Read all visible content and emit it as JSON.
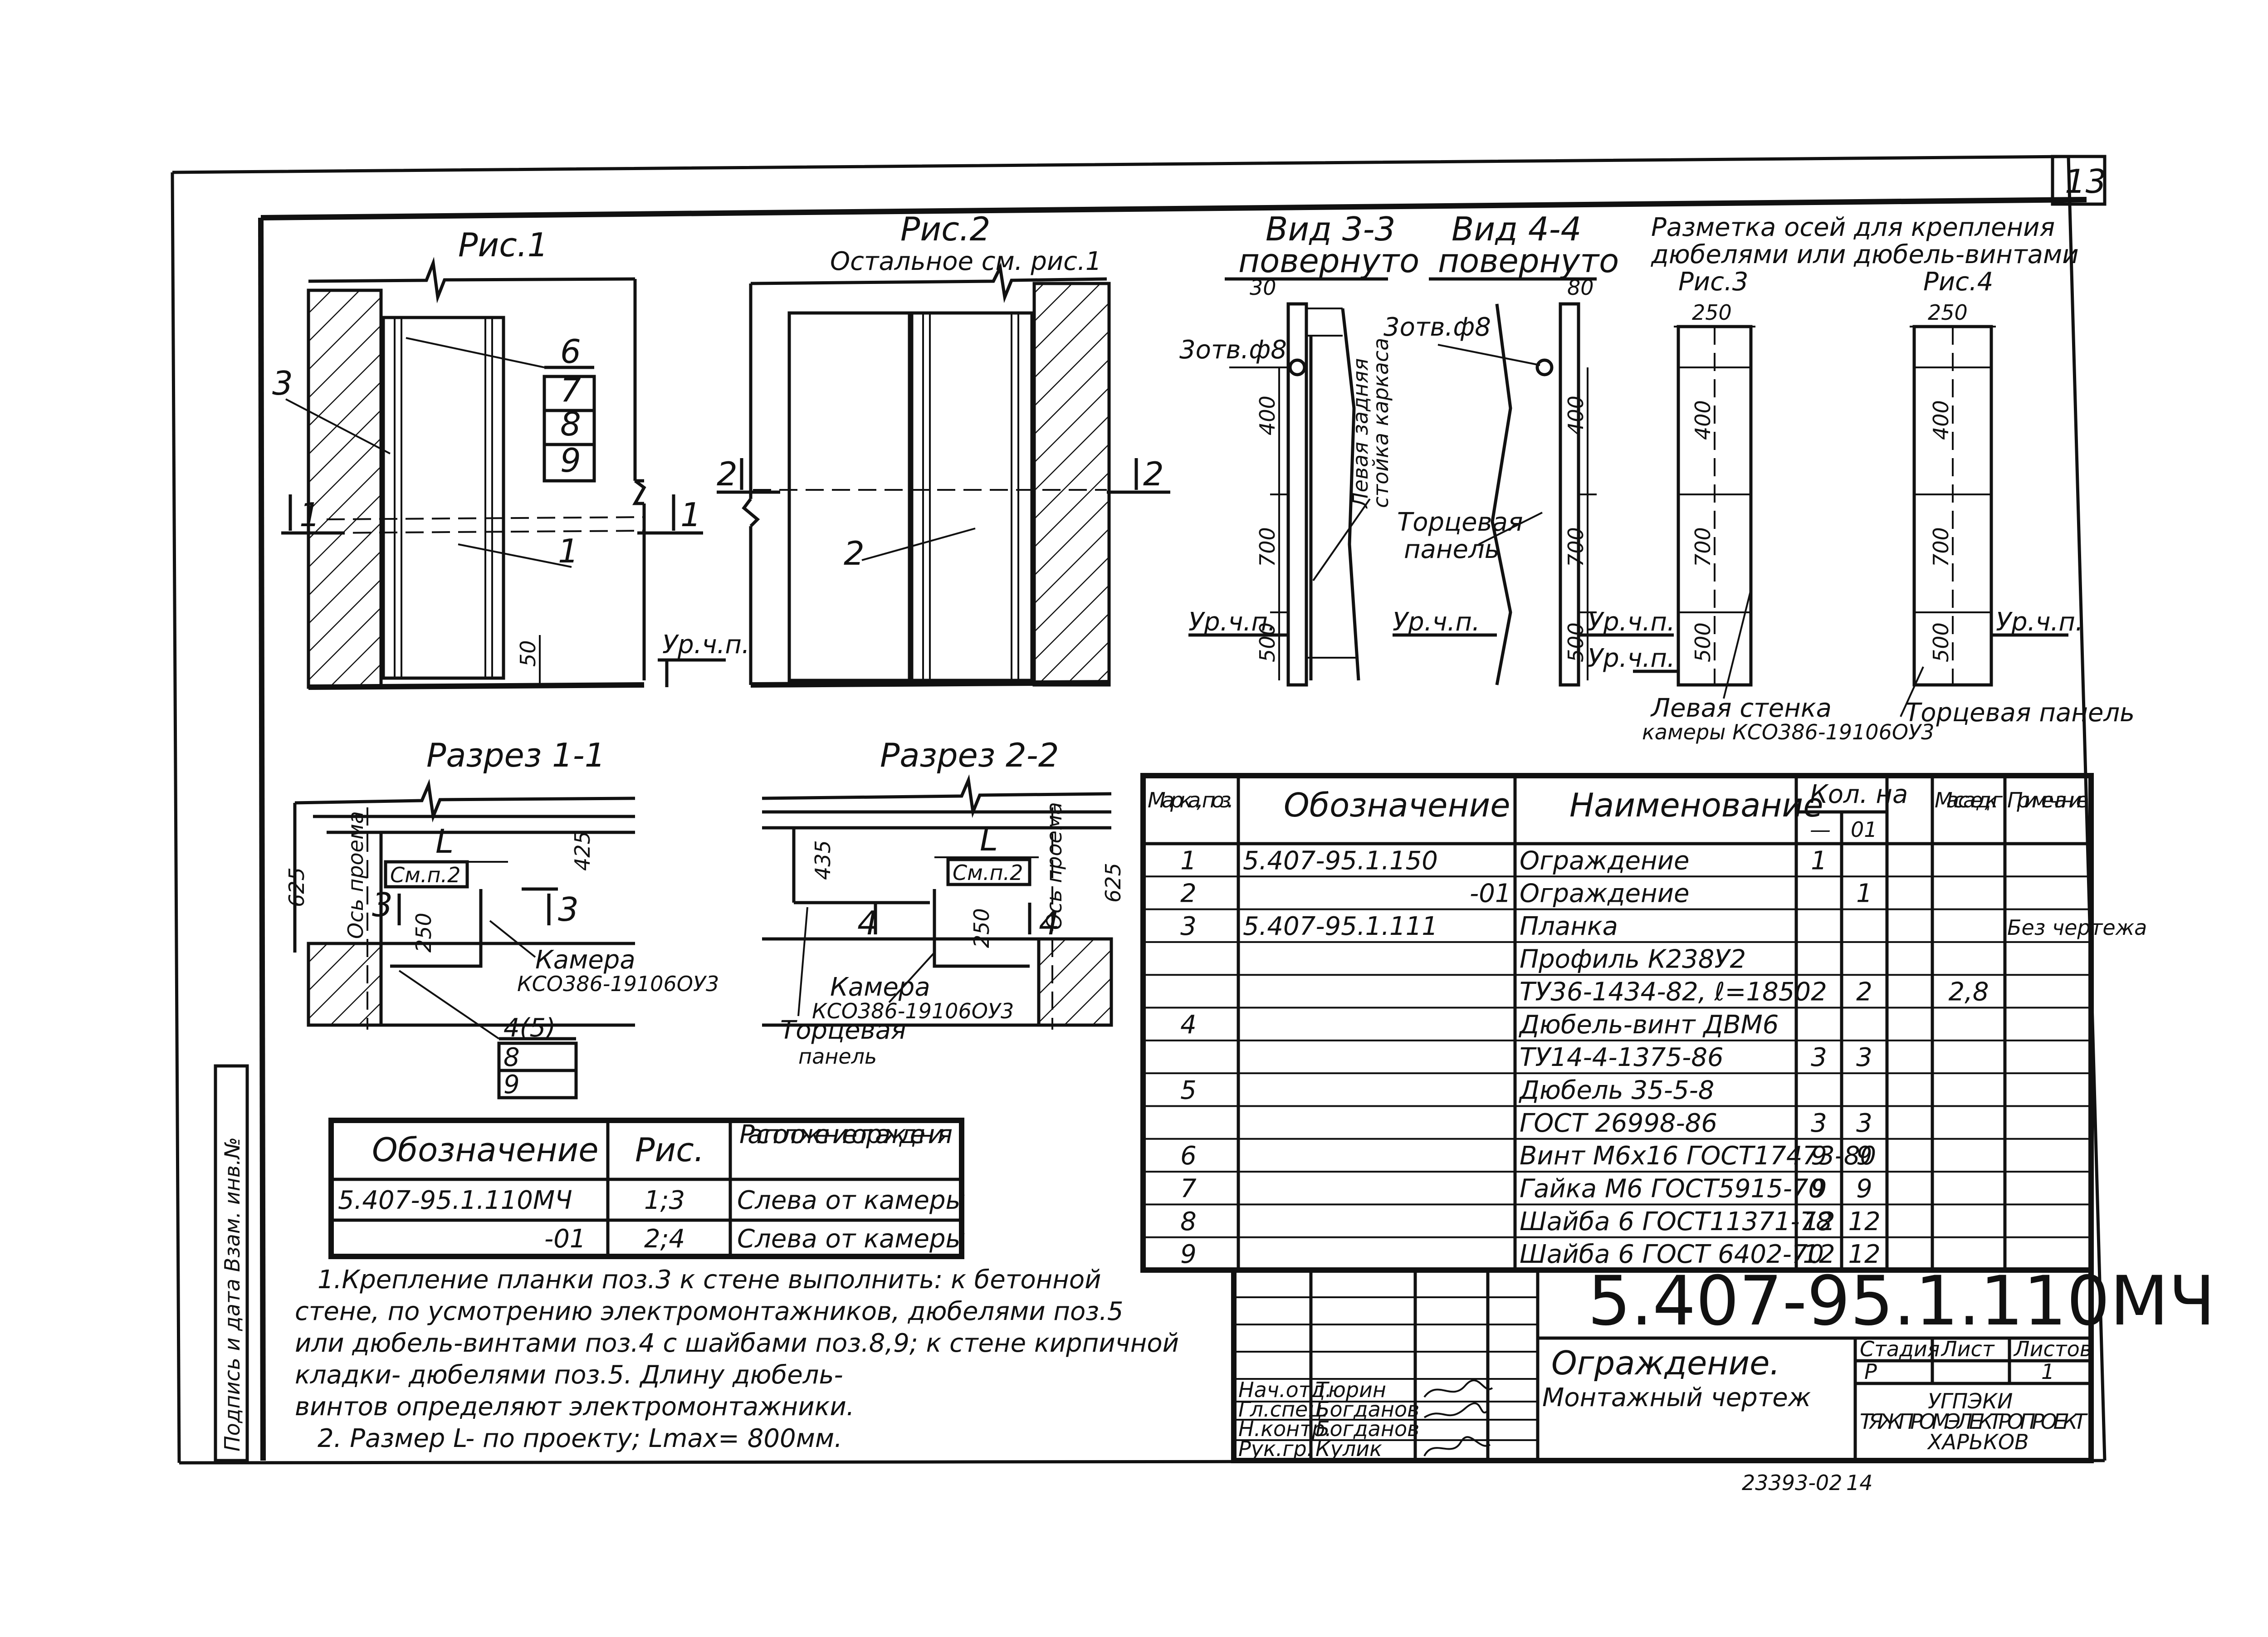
{
  "sheet": {
    "page_number": "13",
    "code": "5.407-95.1.110МЧ",
    "title_line1": "Ограждение.",
    "title_line2": "Монтажный чертеж",
    "archive_number": "23393-02",
    "archive_sheet": "14",
    "side_label": "Подпись и дата Взам. инв.№"
  },
  "fig1": {
    "title": "Рис.1",
    "callouts": [
      "6",
      "7",
      "8",
      "9"
    ],
    "mark_3": "3",
    "mark_1": "1",
    "section_mark_left": "1",
    "section_mark_right": "1",
    "dim_50": "50",
    "floor": "Ур.ч.п."
  },
  "fig2": {
    "title": "Рис.2",
    "note": "Остальное см. рис.1",
    "mark_2": "2",
    "section_mark_left": "2",
    "section_mark_right": "2"
  },
  "view33": {
    "title": "Вид 3-3",
    "subtitle": "повернуто",
    "dim_30": "30",
    "hole": "3отв.ф8",
    "dims": [
      "400",
      "700",
      "500"
    ],
    "vertical_label_line1": "Левая задняя",
    "vertical_label_line2": "стойка каркаса",
    "floor": "Ур.ч.п."
  },
  "view44": {
    "title": "Вид 4-4",
    "subtitle": "повернуто",
    "dim_80": "80",
    "hole": "3отв.ф8",
    "dims": [
      "400",
      "700",
      "500"
    ],
    "panel_label_line1": "Торцевая",
    "panel_label_line2": "панель",
    "floor": "Ур.ч.п."
  },
  "markup": {
    "title_line1": "Разметка осей для крепления",
    "title_line2": "дюбелями или дюбель-винтами",
    "fig3_title": "Рис.3",
    "fig4_title": "Рис.4",
    "width_dim": "250",
    "dims": [
      "400",
      "700",
      "500"
    ],
    "floor": "Ур.ч.п.",
    "left_wall_label": "Левая стенка",
    "chamber_label": "камеры КСО386-19106ОУ3",
    "end_panel_label": "Торцевая панель"
  },
  "section11": {
    "title": "Разрез 1-1",
    "dim_L": "L",
    "see": "См.п.2",
    "dim_425": "425",
    "dim_625": "625",
    "dim_250": "250",
    "axis_label": "Ось проема",
    "mark_3a": "3",
    "mark_3b": "3",
    "chamber_line1": "Камера",
    "chamber_line2": "КСО386-19106ОУ3",
    "callouts": [
      "4(5)",
      "8",
      "9"
    ]
  },
  "section22": {
    "title": "Разрез 2-2",
    "dim_L": "L",
    "see": "См.п.2",
    "dim_435": "435",
    "dim_625": "625",
    "dim_250": "250",
    "axis_label": "Ось проема",
    "mark_4a": "4",
    "mark_4b": "4",
    "chamber_line1": "Камера",
    "chamber_line2": "КСО386-19106ОУ3",
    "panel_line1": "Торцевая",
    "panel_line2": "панель"
  },
  "variants_table": {
    "headers": [
      "Обозначение",
      "Рис.",
      "Расположение ограждения"
    ],
    "rows": [
      [
        "5.407-95.1.110МЧ",
        "1;3",
        "Слева от камеры"
      ],
      [
        "-01",
        "2;4",
        "Слева от камеры"
      ]
    ]
  },
  "spec_table": {
    "headers": {
      "mark": "Марка, поз.",
      "designation": "Обозначение",
      "name": "Наименование",
      "qty": "Кол. на",
      "qty_sub": [
        "—",
        "01"
      ],
      "mass": "Масса ед, кг",
      "note": "Примечание"
    },
    "rows": [
      {
        "mark": "1",
        "designation": "5.407-95.1.150",
        "name": "Ограждение",
        "q0": "1",
        "q1": "",
        "mass": "",
        "note": ""
      },
      {
        "mark": "2",
        "designation": "-01",
        "name": "Ограждение",
        "q0": "",
        "q1": "1",
        "mass": "",
        "note": ""
      },
      {
        "mark": "3",
        "designation": "5.407-95.1.111",
        "name": "Планка",
        "q0": "",
        "q1": "",
        "mass": "",
        "note": "Без чертежа"
      },
      {
        "mark": "",
        "designation": "",
        "name": "Профиль К238У2",
        "q0": "",
        "q1": "",
        "mass": "",
        "note": ""
      },
      {
        "mark": "",
        "designation": "",
        "name": "ТУ36-1434-82, ℓ=1850",
        "q0": "2",
        "q1": "2",
        "mass": "2,8",
        "note": ""
      },
      {
        "mark": "4",
        "designation": "",
        "name": "Дюбель-винт ДВМ6",
        "q0": "",
        "q1": "",
        "mass": "",
        "note": ""
      },
      {
        "mark": "",
        "designation": "",
        "name": "ТУ14-4-1375-86",
        "q0": "3",
        "q1": "3",
        "mass": "",
        "note": ""
      },
      {
        "mark": "5",
        "designation": "",
        "name": "Дюбель 35-5-8",
        "q0": "",
        "q1": "",
        "mass": "",
        "note": ""
      },
      {
        "mark": "",
        "designation": "",
        "name": "ГОСТ 26998-86",
        "q0": "3",
        "q1": "3",
        "mass": "",
        "note": ""
      },
      {
        "mark": "6",
        "designation": "",
        "name": "Винт М6х16 ГОСТ17473-80",
        "q0": "9",
        "q1": "9",
        "mass": "",
        "note": ""
      },
      {
        "mark": "7",
        "designation": "",
        "name": "Гайка М6 ГОСТ5915-70",
        "q0": "9",
        "q1": "9",
        "mass": "",
        "note": ""
      },
      {
        "mark": "8",
        "designation": "",
        "name": "Шайба 6 ГОСТ11371-78",
        "q0": "12",
        "q1": "12",
        "mass": "",
        "note": ""
      },
      {
        "mark": "9",
        "designation": "",
        "name": "Шайба 6 ГОСТ 6402-70",
        "q0": "12",
        "q1": "12",
        "mass": "",
        "note": ""
      }
    ]
  },
  "notes": {
    "n1_line1": "1.Крепление планки поз.3 к стене выполнить: к бетонной",
    "n1_line2": "стене, по усмотрению электромонтажников, дюбелями поз.5",
    "n1_line3": "или дюбель-винтами поз.4 с шайбами поз.8,9; к стене кирпичной",
    "n1_line4": "кладки- дюбелями поз.5. Длину дюбель-",
    "n1_line5": "винтов определяют электромонтажники.",
    "n2": "2. Размер L- по проекту; Lmax= 800мм."
  },
  "title_block": {
    "stage_label": "Стадия",
    "sheet_label": "Лист",
    "sheets_label": "Листов",
    "stage": "Р",
    "sheets": "1",
    "org_line1": "УГПЭКИ",
    "org_line2": "ТЯЖПРОМЭЛЕКТРОПРОЕКТ",
    "org_line3": "ХАРЬКОВ",
    "roles": [
      "Нач.отд.",
      "Гл.спец.",
      "Н.контр.",
      "Рук.гр."
    ],
    "names": [
      "Тюрин",
      "Богданов",
      "Богданов",
      "Кулик"
    ]
  }
}
